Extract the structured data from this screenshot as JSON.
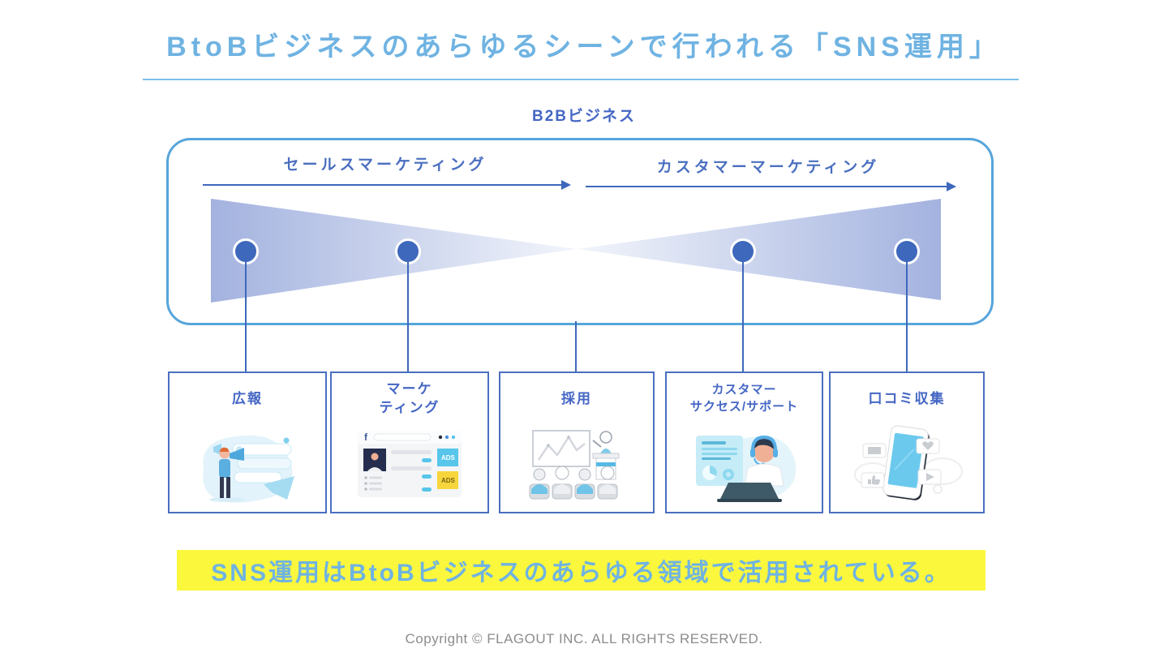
{
  "slide": {
    "title": "BtoBビジネスのあらゆるシーンで行われる「SNS運用」",
    "conclusion": "SNS運用はBtoBビジネスのあらゆる領域で活用されている。",
    "footer": "Copyright © FLAGOUT INC. ALL RIGHTS RESERVED."
  },
  "diagram": {
    "container_label": "B2Bビジネス",
    "funnel_left_label": "セールスマーケティング",
    "funnel_right_label": "カスタマーマーケティング",
    "boxes": [
      {
        "label_lines": [
          "広報"
        ],
        "icon": "pr-megaphone-illustration"
      },
      {
        "label_lines": [
          "マーケ",
          "ティング"
        ],
        "icon": "sns-ads-feed-illustration"
      },
      {
        "label_lines": [
          "採用"
        ],
        "icon": "recruiting-presentation-illustration"
      },
      {
        "label_lines": [
          "カスタマー",
          "サクセス/サポート"
        ],
        "icon": "customer-support-illustration"
      },
      {
        "label_lines": [
          "口コミ収集"
        ],
        "icon": "smartphone-reactions-illustration"
      }
    ],
    "marketing_illustration": {
      "logo": "f",
      "ad_labels": [
        "ADS",
        "ADS"
      ]
    }
  },
  "colors": {
    "title_blue": "#6FB3E2",
    "accent_blue": "#4A6FC0",
    "dot_blue": "#3E68BC",
    "container_border": "#56A5DB",
    "funnel_gradient_dark": "#A3B2DF",
    "funnel_gradient_light": "#F2F5FB",
    "highlight_yellow": "#FAF73D",
    "footer_gray": "#8C8C8C"
  }
}
